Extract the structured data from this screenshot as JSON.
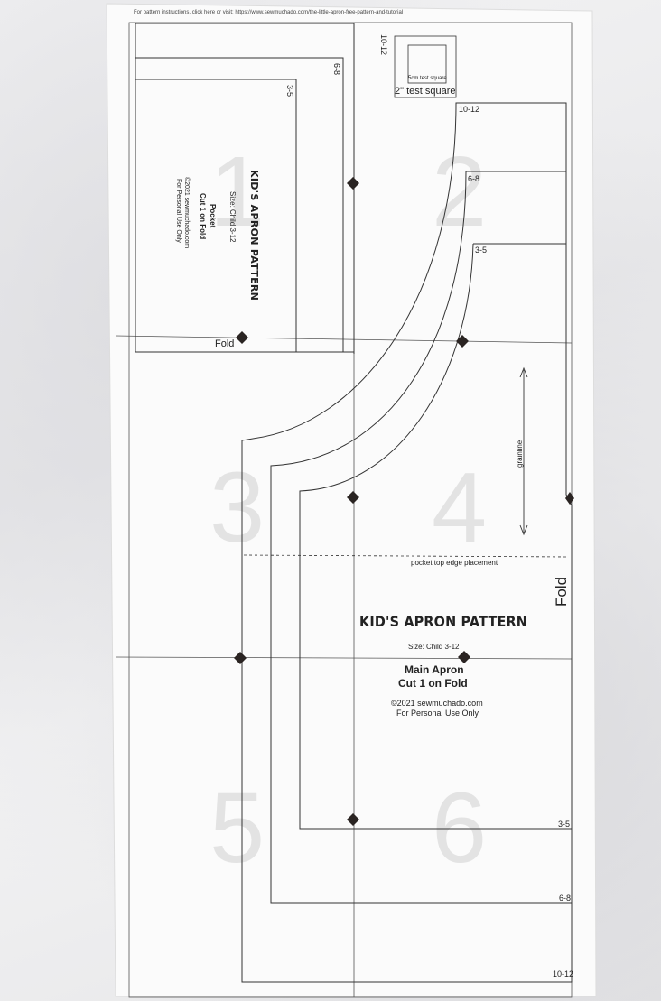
{
  "header_note": "For pattern instructions, click here or visit: https://www.sewmuchado.com/the-little-apron-free-pattern-and-tutorial",
  "test_square": {
    "inner_label": "5cm test square",
    "outer_label": "2\" test square"
  },
  "pocket": {
    "title": "KID'S APRON PATTERN",
    "size": "Size: Child 3-12",
    "piece": "Pocket",
    "cut": "Cut 1 on Fold",
    "copyright": "©2021 sewmuchado.com",
    "usage": "For Personal Use Only",
    "fold_label": "Fold",
    "sizes": [
      "3-5",
      "6-8",
      "10-12"
    ]
  },
  "main": {
    "title": "KID'S APRON PATTERN",
    "size": "Size: Child 3-12",
    "piece": "Main Apron",
    "cut": "Cut 1 on Fold",
    "copyright": "©2021 sewmuchado.com",
    "usage": "For Personal Use Only",
    "fold_label": "Fold",
    "grainline": "grainline",
    "pocket_placement": "pocket top edge placement",
    "sizes_top": [
      "10-12",
      "6-8",
      "3-5"
    ],
    "sizes_bottom": [
      "3-5",
      "6-8",
      "10-12"
    ]
  },
  "page_numbers": [
    "1",
    "2",
    "3",
    "4",
    "5",
    "6"
  ],
  "colors": {
    "line": "#333333",
    "diamond": "#2a2422",
    "watermark": "#e3e3e3",
    "paper": "#fbfbfb"
  }
}
